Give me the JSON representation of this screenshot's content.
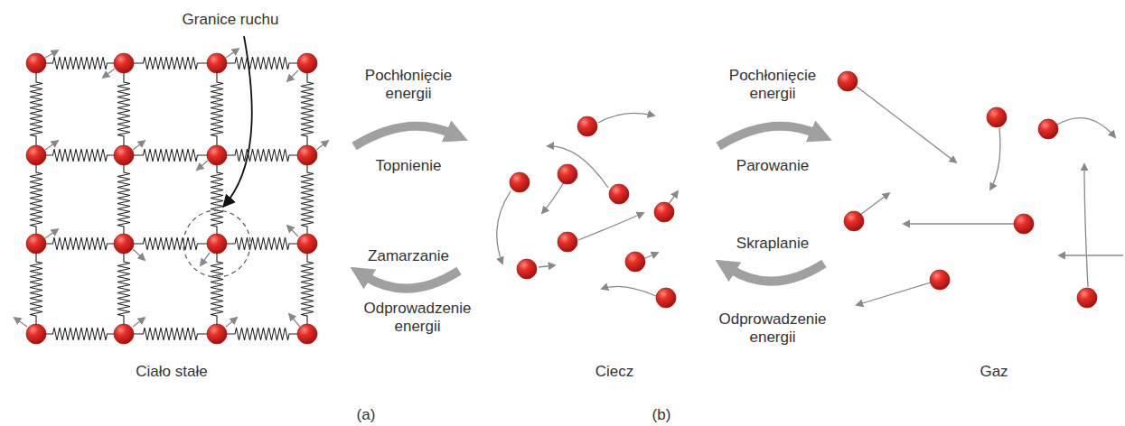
{
  "diagram": {
    "labels": [
      "Granice ruchu",
      "Pochłonięcie energii",
      "Topnienie",
      "Zamarzanie",
      "Odprowadzenie energii",
      "Pochłonięcie energii",
      "Parowanie",
      "Skraplanie",
      "Odprowadzenie energii",
      "Ciało stałe",
      "Ciecz",
      "Gaz",
      "(a)",
      "(b)"
    ]
  }
}
